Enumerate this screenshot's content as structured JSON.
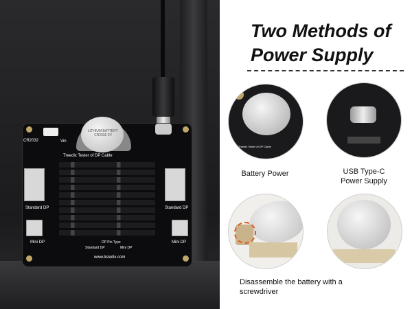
{
  "heading": {
    "line1": "Two Methods of",
    "line2": "Power Supply"
  },
  "labels": {
    "battery": "Battery Power",
    "usb_line1": "USB Type-C",
    "usb_line2": "Power Supply",
    "disassemble_line1": "Disassemble the battery with a",
    "disassemble_line2": "screwdriver"
  },
  "board": {
    "title": "Treedix Tester of DP Cable",
    "battery_label": "CR2032",
    "vin": "Vin",
    "standard_dp": "Standard DP",
    "mini_dp": "Mini DP",
    "url": "www.treedix.com",
    "pin_type": "DP Pin Type",
    "opt_standard": "Standard DP",
    "opt_mini": "Mini DP",
    "coin_text": "LITHIUM BATTERY CR2032 3V"
  },
  "colors": {
    "board": "#0c0c0e",
    "pad": "#bfa76a",
    "accent": "#111111"
  }
}
